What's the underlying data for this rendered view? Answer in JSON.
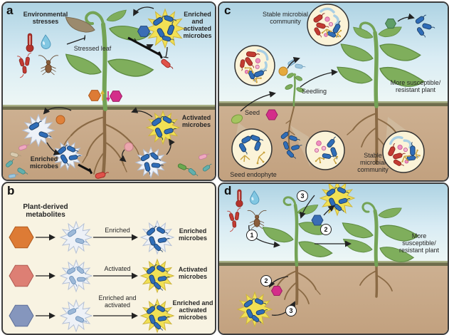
{
  "colors": {
    "sky_top": "#aed3e3",
    "sky_bottom": "#eef7f5",
    "soil_top": "#cdb091",
    "soil_bottom": "#c2a17f",
    "soil_band": "#6e6d4c",
    "panel_b_bg": "#f8f3e2",
    "starburst_yellow": "#f1e054",
    "starburst_white": "#edf1f7",
    "microbe_blue": "#2f6db8",
    "pathogen_red": "#e0524a",
    "hex_orange": "#dd7b35",
    "hex_salmon": "#dd7f74",
    "hex_slate": "#8596bd",
    "hex_magenta": "#d42e8a",
    "hex_blue": "#3a6db5",
    "hex_green": "#5f9e68"
  },
  "panel_a": {
    "label": "a",
    "env_stresses": "Environmental stresses",
    "stressed_leaf": "Stressed leaf",
    "enriched_activated": "Enriched and activated microbes",
    "enriched": "Enriched microbes",
    "activated": "Activated microbes"
  },
  "panel_b": {
    "label": "b",
    "heading": "Plant-derived metabolites",
    "rows": [
      {
        "process": "Enriched",
        "result": "Enriched microbes"
      },
      {
        "process": "Activated",
        "result": "Activated microbes"
      },
      {
        "process": "Enriched and activated",
        "result": "Enriched and activated microbes"
      }
    ]
  },
  "panel_c": {
    "label": "c",
    "stable_top": "Stable microbial community",
    "seedling": "Seedling",
    "seed": "Seed",
    "seed_endophyte": "Seed endophyte",
    "stable_bottom": "Stable microbial community",
    "outcome": "More susceptible/ resistant plant"
  },
  "panel_d": {
    "label": "d",
    "steps": {
      "s1": "1",
      "s2": "2",
      "s3": "3"
    },
    "outcome": "More susceptible/ resistant plant"
  }
}
